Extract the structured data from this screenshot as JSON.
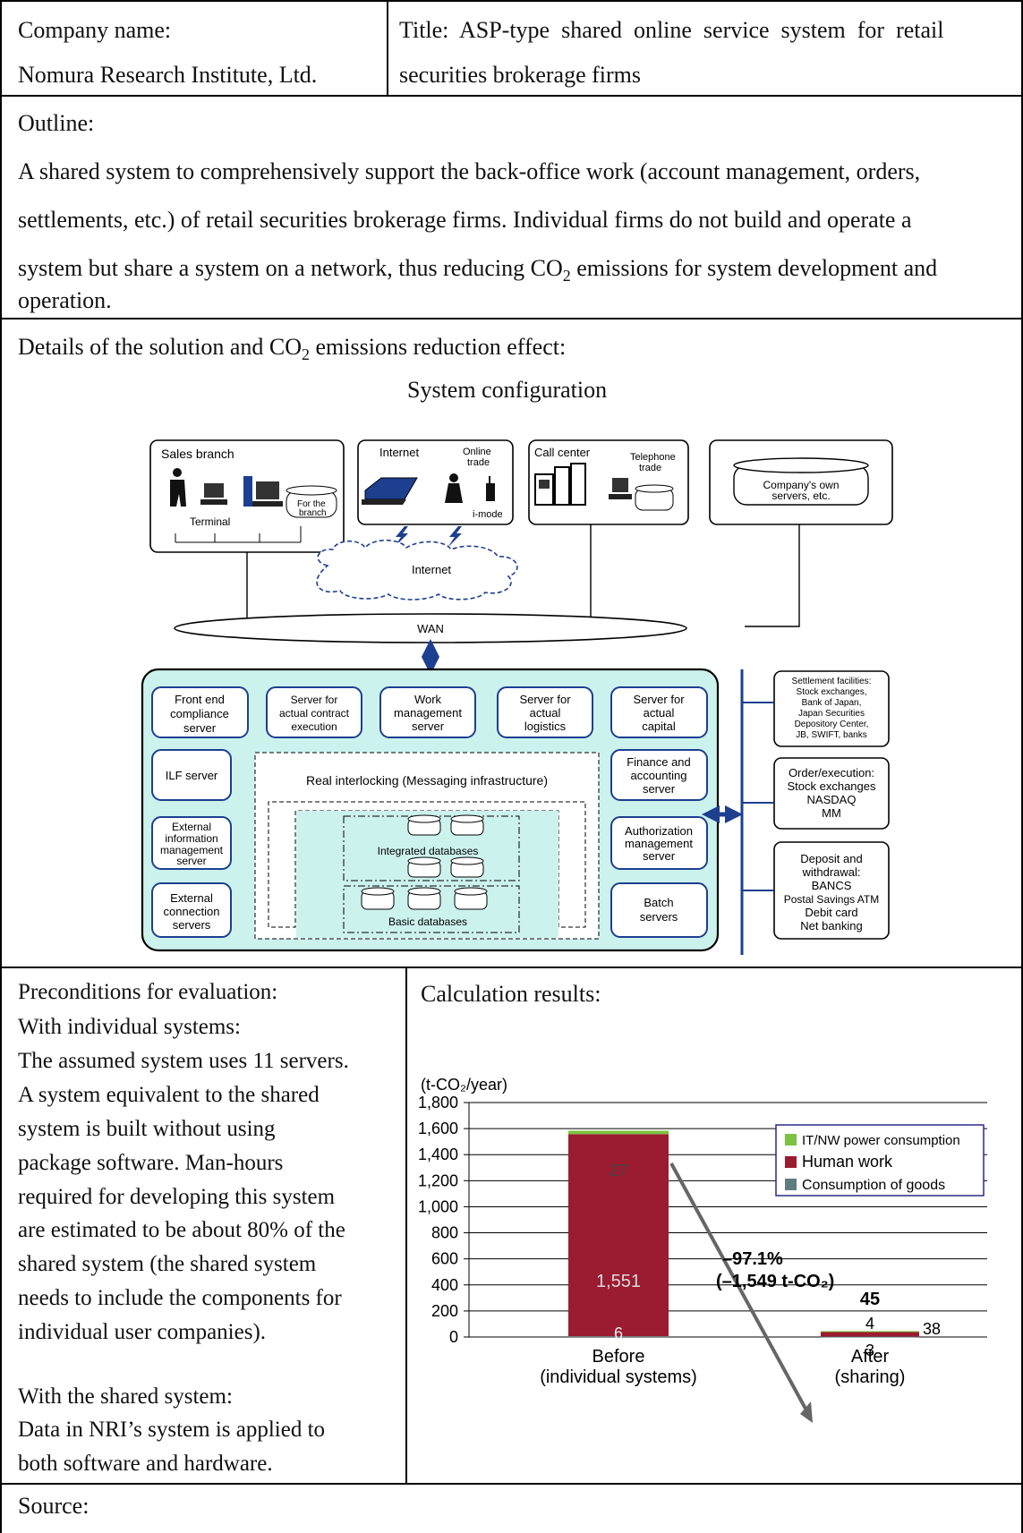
{
  "header": {
    "company_label": "Company name:",
    "company_name": "Nomura Research Institute, Ltd.",
    "title_line1": "Title:  ASP-type  shared  online  service  system  for  retail",
    "title_line2": "securities brokerage firms"
  },
  "outline": {
    "label": "Outline:",
    "line1": "A shared system to comprehensively support the back-office work (account management, orders,",
    "line2": "settlements, etc.) of retail securities brokerage firms. Individual firms do not build and operate a",
    "line3_pre": "system but share a system on a network, thus reducing CO",
    "line3_sub": "2",
    "line3_post": " emissions for system development and",
    "line4": "operation."
  },
  "details": {
    "label_pre": "Details of the solution and CO",
    "label_sub": "2",
    "label_post": " emissions reduction effect:",
    "diagram_title": "System configuration"
  },
  "diagram": {
    "sales_branch": "Sales branch",
    "terminal": "Terminal",
    "for_the": "For the",
    "branch": "branch",
    "internet_box": "Internet",
    "online": "Online",
    "trade": "trade",
    "imode": "i-mode",
    "call_center": "Call center",
    "telephone": "Telephone",
    "telephone_trade": "trade",
    "companys_own": "Company's own",
    "servers_etc": "servers, etc.",
    "internet_cloud": "Internet",
    "wan": "WAN",
    "front_end_1": "Front end",
    "front_end_2": "compliance",
    "front_end_3": "server",
    "contract_1": "Server for",
    "contract_2": "actual contract",
    "contract_3": "execution",
    "work_1": "Work",
    "work_2": "management",
    "work_3": "server",
    "logistics_1": "Server for",
    "logistics_2": "actual",
    "logistics_3": "logistics",
    "capital_1": "Server for",
    "capital_2": "actual",
    "capital_3": "capital",
    "ilf": "ILF server",
    "real_interlocking": "Real interlocking (Messaging infrastructure)",
    "finance_1": "Finance and",
    "finance_2": "accounting",
    "finance_3": "server",
    "ext_info_1": "External",
    "ext_info_2": "information",
    "ext_info_3": "management",
    "ext_info_4": "server",
    "integrated_db": "Integrated databases",
    "auth_1": "Authorization",
    "auth_2": "management",
    "auth_3": "server",
    "ext_conn_1": "External",
    "ext_conn_2": "connection",
    "ext_conn_3": "servers",
    "basic_db": "Basic databases",
    "batch_1": "Batch",
    "batch_2": "servers",
    "settle_1": "Settlement facilities:",
    "settle_2": "Stock exchanges,",
    "settle_3": "Bank of Japan,",
    "settle_4": "Japan Securities",
    "settle_5": "Depository Center,",
    "settle_6": "JB, SWIFT, banks",
    "order_1": "Order/execution:",
    "order_2": "Stock exchanges",
    "order_3": "NASDAQ",
    "order_4": "MM",
    "deposit_1": "Deposit and",
    "deposit_2": "withdrawal:",
    "deposit_3": "BANCS",
    "deposit_4": "Postal Savings ATM",
    "deposit_5": "Debit card",
    "deposit_6": "Net banking"
  },
  "preconditions": {
    "label": "Preconditions for evaluation:",
    "lines_a": [
      "With individual systems:",
      "The assumed system uses 11 servers.",
      "A system equivalent to the shared",
      "system is built without using",
      "package software. Man-hours",
      "required for developing this system",
      "are estimated to be about 80% of the",
      "shared system (the shared system",
      "needs to include the components for",
      "individual user companies)."
    ],
    "lines_b": [
      "With the shared system:",
      "Data in NRI’s system is applied to",
      "both software and hardware."
    ]
  },
  "results": {
    "label": "Calculation results:"
  },
  "chart_data": {
    "type": "bar",
    "stacked": true,
    "ylabel": "(t-CO₂/year)",
    "ylim": [
      0,
      1800
    ],
    "yticks": [
      0,
      200,
      400,
      600,
      800,
      1000,
      1200,
      1400,
      1600,
      1800
    ],
    "ytick_labels": [
      "0",
      "200",
      "400",
      "600",
      "800",
      "1,000",
      "1,200",
      "1,400",
      "1,600",
      "1,800"
    ],
    "categories": [
      [
        "Before",
        "(individual systems)"
      ],
      [
        "After",
        "(sharing)"
      ]
    ],
    "series": [
      {
        "name": "Consumption of goods",
        "color": "#5f7c7f",
        "values": [
          6,
          3
        ],
        "labels": [
          "6",
          "3"
        ]
      },
      {
        "name": "Human work",
        "color": "#9b1b30",
        "values": [
          1551,
          38
        ],
        "labels": [
          "1,551",
          "38"
        ]
      },
      {
        "name": "IT/NW power consumption",
        "color": "#7dc242",
        "values": [
          27,
          4
        ],
        "labels": [
          "27",
          "4"
        ]
      }
    ],
    "totals": [
      null,
      "45"
    ],
    "annotation_pct": "–97.1%",
    "annotation_abs": "(–1,549 t-CO₂)",
    "legend_position": "top-right",
    "grid": true
  },
  "source": {
    "label": "Source:"
  }
}
